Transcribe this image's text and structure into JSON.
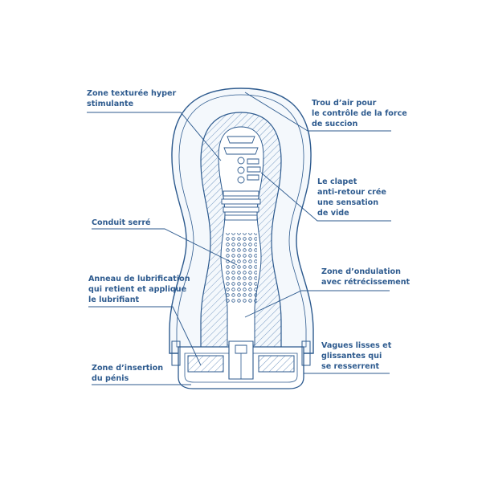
{
  "colors": {
    "stroke": "#2d5a8e",
    "fill_light": "#f4f8fc",
    "hatch": "#7a9cc4"
  },
  "labels": {
    "texture": "Zone texturée hyper\nstimulante",
    "air_hole": "Trou d’air pour\nle contrôle de la force\nde succion",
    "valve": "Le clapet\nanti-retour crée\nune sensation\nde vide",
    "canal": "Conduit serré",
    "ring": "Anneau de lubrification\nqui retient et applique\nle lubrifiant",
    "wave": "Zone d’ondulation\navec rétrécissement",
    "insertion": "Zone d’insertion\ndu pénis",
    "smooth": "Vagues lisses et\nglissantes qui\nse resserrent"
  }
}
